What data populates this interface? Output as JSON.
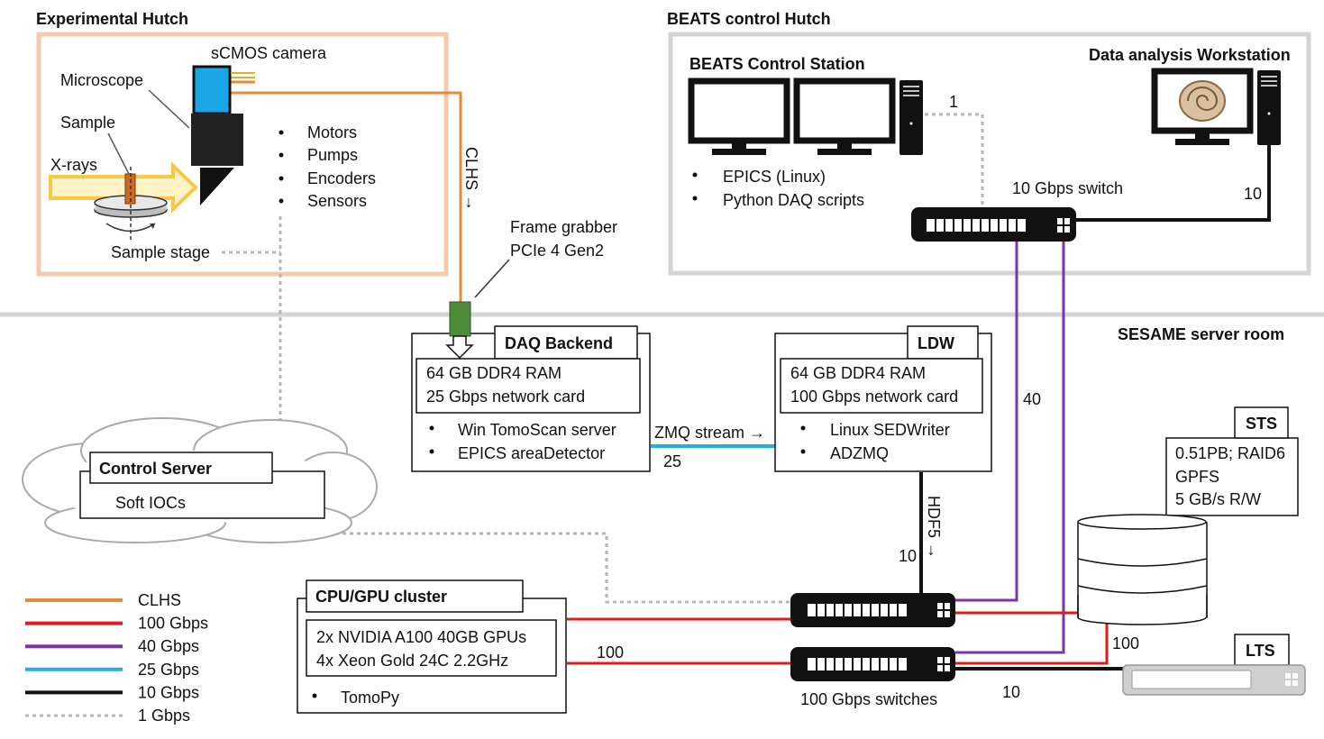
{
  "zones": {
    "experimental_hutch": "Experimental Hutch",
    "control_hutch": "BEATS control Hutch",
    "server_room": "SESAME server room"
  },
  "hutch": {
    "camera": "sCMOS camera",
    "microscope": "Microscope",
    "sample": "Sample",
    "xrays": "X-rays",
    "sample_stage": "Sample stage",
    "devices": [
      "Motors",
      "Pumps",
      "Encoders",
      "Sensors"
    ],
    "clhs": "CLHS →",
    "frame_grabber": [
      "Frame grabber",
      "PCIe 4 Gen2"
    ]
  },
  "control_hutch": {
    "station_title": "BEATS Control Station",
    "station_items": [
      "EPICS (Linux)",
      "Python DAQ scripts"
    ],
    "workstation_title": "Data analysis Workstation",
    "switch_label": "10 Gbps switch",
    "link_1": "1",
    "link_10": "10"
  },
  "daq": {
    "title": "DAQ Backend",
    "specs": [
      "64 GB DDR4 RAM",
      "25 Gbps network card"
    ],
    "items": [
      "Win TomoScan server",
      "EPICS areaDetector"
    ],
    "zmq": "ZMQ stream →",
    "link_25": "25"
  },
  "ldw": {
    "title": "LDW",
    "specs": [
      "64 GB DDR4 RAM",
      "100 Gbps network card"
    ],
    "items": [
      "Linux SEDWriter",
      "ADZMQ"
    ],
    "hdf5": "HDF5 →",
    "link_10": "10",
    "link_40": "40"
  },
  "control_server": {
    "title": "Control Server",
    "body": "Soft IOCs"
  },
  "cluster": {
    "title": "CPU/GPU cluster",
    "specs": [
      "2x NVIDIA A100 40GB GPUs",
      "4x Xeon Gold 24C 2.2GHz"
    ],
    "items": [
      "TomoPy"
    ],
    "link_100": "100"
  },
  "switches": {
    "label": "100 Gbps switches",
    "link_100": "100",
    "link_10": "10"
  },
  "sts": {
    "title": "STS",
    "specs": [
      "0.51PB; RAID6",
      "GPFS",
      "5 GB/s R/W"
    ]
  },
  "lts": {
    "title": "LTS"
  },
  "legend": [
    {
      "label": "CLHS",
      "color": "#e58a3c",
      "dashed": false
    },
    {
      "label": "100 Gbps",
      "color": "#e21b1b",
      "dashed": false
    },
    {
      "label": "40 Gbps",
      "color": "#7a35a8",
      "dashed": false
    },
    {
      "label": "25 Gbps",
      "color": "#27aee0",
      "dashed": false
    },
    {
      "label": "10 Gbps",
      "color": "#111111",
      "dashed": false
    },
    {
      "label": "1 Gbps",
      "color": "#b5b5b5",
      "dashed": true
    }
  ],
  "colors": {
    "hutch_border": "#f5c9ad",
    "control_border": "#d4d4d4",
    "frame_grabber": "#4e8a3a",
    "camera": "#1aa7e8"
  }
}
